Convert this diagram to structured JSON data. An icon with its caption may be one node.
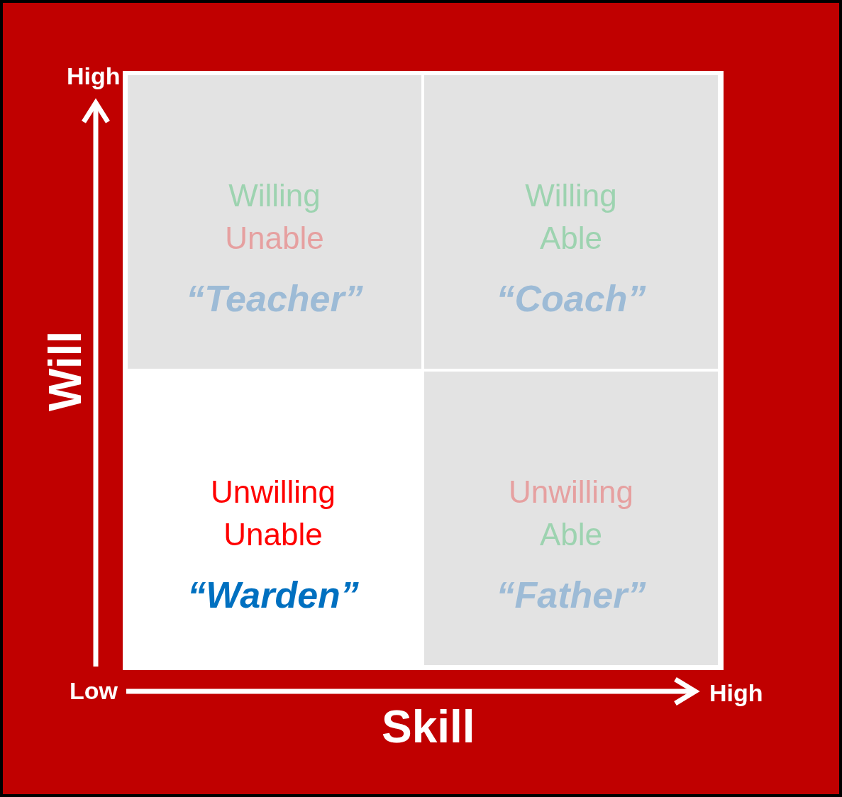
{
  "diagram": {
    "nodes": [
      {
        "text": [
          "Willing",
          "Unable",
          "“Teacher”"
        ]
      },
      {
        "text": [
          "Willing",
          "Able",
          "“Coach”"
        ]
      },
      {
        "text": [
          "Unwilling",
          "Unable",
          "“Warden”"
        ]
      },
      {
        "text": [
          "Unwilling",
          "Able",
          "“Father”"
        ]
      }
    ],
    "edges": [],
    "labels": [
      "High",
      "Will",
      "Low",
      "High",
      "Skill"
    ]
  }
}
